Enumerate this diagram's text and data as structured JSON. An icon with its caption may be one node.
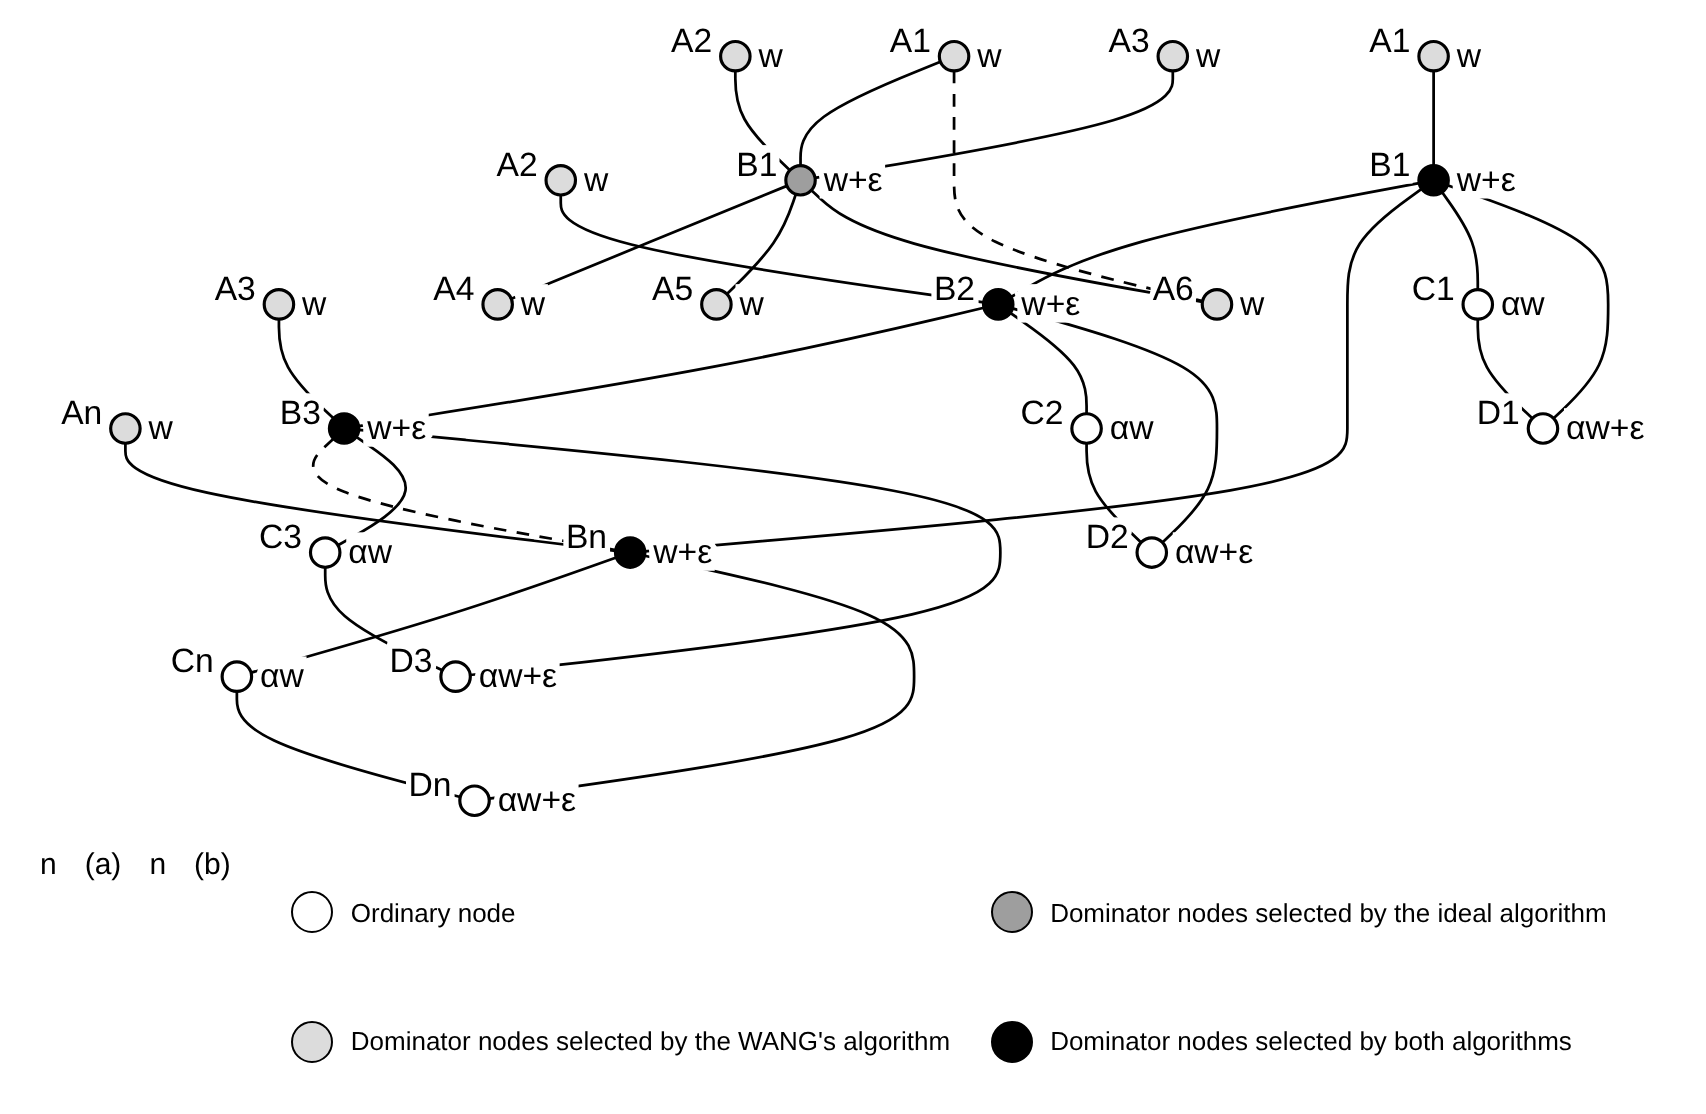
{
  "diagram": {
    "nodes": [
      {
        "text": [],
        "shape": "circle",
        "beside": [
          "A1",
          "w"
        ]
      },
      {
        "text": [],
        "shape": "circle",
        "beside": [
          "A2",
          "w"
        ]
      },
      {
        "text": [],
        "shape": "circle",
        "beside": [
          "A3",
          "w"
        ]
      },
      {
        "text": [],
        "shape": "circle",
        "beside": [
          "An",
          "w"
        ]
      },
      {
        "text": [],
        "shape": "circle",
        "beside": [
          "B1",
          "w+ε"
        ]
      },
      {
        "text": [],
        "shape": "circle",
        "beside": [
          "B2",
          "w+ε"
        ]
      },
      {
        "text": [],
        "shape": "circle",
        "beside": [
          "B3",
          "w+ε"
        ]
      },
      {
        "text": [],
        "shape": "circle",
        "beside": [
          "Bn",
          "w+ε"
        ]
      },
      {
        "text": [],
        "shape": "circle",
        "beside": [
          "C1",
          "αw"
        ]
      },
      {
        "text": [],
        "shape": "circle",
        "beside": [
          "C2",
          "αw"
        ]
      },
      {
        "text": [],
        "shape": "circle",
        "beside": [
          "C3",
          "αw"
        ]
      },
      {
        "text": [],
        "shape": "circle",
        "beside": [
          "Cn",
          "αw"
        ]
      },
      {
        "text": [],
        "shape": "circle",
        "beside": [
          "D1",
          "αw+ε"
        ]
      },
      {
        "text": [],
        "shape": "circle",
        "beside": [
          "D2",
          "αw+ε"
        ]
      },
      {
        "text": [],
        "shape": "circle",
        "beside": [
          "D3",
          "αw+ε"
        ]
      },
      {
        "text": [],
        "shape": "circle",
        "beside": [
          "Dn",
          "αw+ε"
        ]
      },
      {
        "text": [],
        "shape": "circle",
        "beside": [
          "A1",
          "w"
        ]
      },
      {
        "text": [],
        "shape": "circle",
        "beside": [
          "A2",
          "w"
        ]
      },
      {
        "text": [],
        "shape": "circle",
        "beside": [
          "A3",
          "w"
        ]
      },
      {
        "text": [],
        "shape": "circle",
        "beside": [
          "B1",
          "w+ε"
        ]
      },
      {
        "text": [],
        "shape": "circle",
        "beside": [
          "A4",
          "w"
        ]
      },
      {
        "text": [],
        "shape": "circle",
        "beside": [
          "A5",
          "w"
        ]
      },
      {
        "text": [],
        "shape": "circle",
        "beside": [
          "A6",
          "w"
        ]
      }
    ],
    "edges": [
      {
        "from": 0,
        "to": 4,
        "arrow": "none"
      },
      {
        "from": 1,
        "to": 5,
        "arrow": "none"
      },
      {
        "from": 2,
        "to": 6,
        "arrow": "none"
      },
      {
        "from": 3,
        "to": 7,
        "arrow": "none"
      },
      {
        "from": 4,
        "to": 5,
        "arrow": "none"
      },
      {
        "from": 5,
        "to": 6,
        "arrow": "none"
      },
      {
        "from": 6,
        "to": 7,
        "arrow": "none",
        "style": "dashed"
      },
      {
        "from": 4,
        "to": 7,
        "arrow": "none"
      },
      {
        "from": 4,
        "to": 8,
        "arrow": "none"
      },
      {
        "from": 5,
        "to": 9,
        "arrow": "none"
      },
      {
        "from": 6,
        "to": 10,
        "arrow": "none"
      },
      {
        "from": 7,
        "to": 11,
        "arrow": "none"
      },
      {
        "from": 8,
        "to": 12,
        "arrow": "none"
      },
      {
        "from": 9,
        "to": 13,
        "arrow": "none"
      },
      {
        "from": 10,
        "to": 14,
        "arrow": "none"
      },
      {
        "from": 11,
        "to": 15,
        "arrow": "none"
      },
      {
        "from": 4,
        "to": 12,
        "arrow": "none"
      },
      {
        "from": 5,
        "to": 13,
        "arrow": "none"
      },
      {
        "from": 6,
        "to": 14,
        "arrow": "none"
      },
      {
        "from": 7,
        "to": 15,
        "arrow": "none"
      },
      {
        "from": 16,
        "to": 19,
        "arrow": "none"
      },
      {
        "from": 17,
        "to": 19,
        "arrow": "none"
      },
      {
        "from": 18,
        "to": 19,
        "arrow": "none"
      },
      {
        "from": 19,
        "to": 20,
        "arrow": "none"
      },
      {
        "from": 19,
        "to": 21,
        "arrow": "none"
      },
      {
        "from": 19,
        "to": 22,
        "arrow": "none"
      },
      {
        "from": 16,
        "to": 22,
        "arrow": "none",
        "style": "dashed"
      }
    ],
    "labels": [
      "n",
      "(a)",
      "n",
      "(b)"
    ],
    "legend": [
      {
        "text": "Ordinary node"
      },
      {
        "text": "Dominator nodes selected by the ideal algorithm"
      },
      {
        "text": "Dominator nodes selected by the WANG's algorithm"
      },
      {
        "text": "Dominator nodes selected by both algorithms"
      }
    ]
  }
}
